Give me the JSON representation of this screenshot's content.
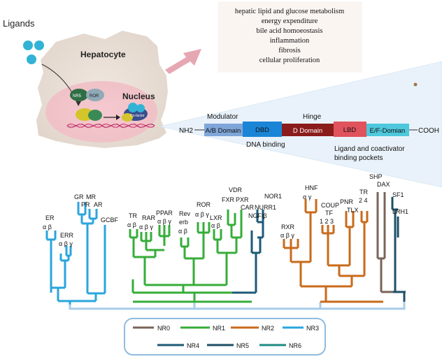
{
  "top": {
    "ligands_label": "Ligands",
    "hepatocyte_label": "Hepatocyte",
    "nucleus_label": "Nucleus",
    "nr5_label": "NR5",
    "ror_label": "ROR",
    "coact_label": "Co-factor",
    "functions": [
      "hepatic lipid and glucose metabolism",
      "energy expenditure",
      "bile acid  homoeostasis",
      "inflammation",
      "fibrosis",
      "cellular proliferation"
    ]
  },
  "domains": {
    "modulator_label": "Modulator",
    "hinge_label": "Hinge",
    "nh2_label": "NH2",
    "cooh_label": "COOH",
    "ab_domain": "A/B Domain",
    "dbd": "DBD",
    "d_domain": "D Domain",
    "lbd": "LBD",
    "ef_domain": "E/F-Domian",
    "dna_binding_label": "DNA binding",
    "ligand_binding_line1": "Ligand and coactivator",
    "ligand_binding_line2": "binding pockets",
    "colors": {
      "ab": "#7fa6d9",
      "dbd": "#1a85d6",
      "d": "#8b1c1c",
      "lbd": "#e0525c",
      "ef": "#4ec8dc"
    }
  },
  "tree": {
    "nr3_labels": {
      "er": "ER",
      "er_ab": "α   β",
      "err": "ERR",
      "err_abg": "α β γ",
      "gr": "GR",
      "mr": "MR",
      "pr": "PR",
      "ar": "AR",
      "gcbf": "GCBF"
    },
    "nr1_labels": {
      "tr": "TR",
      "tr_ab": "α  β",
      "rar": "RAR",
      "rar_abg": "α β γ",
      "ppar": "PPAR",
      "ppar_abg": "α  β γ",
      "rev": "Rev",
      "erb": "erb",
      "rev_ab": "α   β",
      "ror": "ROR",
      "ror_abg": "α  β γ",
      "lxr": "LXR",
      "lxr_ab": "α   β",
      "vdr": "VDR",
      "fxr": "FXR",
      "pxr": "PXR",
      "car": "CAR"
    },
    "nr4_labels": {
      "nor1": "NOR1",
      "nurr1": "NURR1",
      "ngfib": "NGFIβ"
    },
    "nr2_labels": {
      "hnf": "HNF",
      "hnf_ag": "α    γ",
      "rxr": "RXR",
      "rxr_abg": "α  β  γ",
      "coup": "COUP",
      "tf": "TF",
      "tf_123": "1  2  3",
      "pnr": "PNR",
      "tlx": "TLX",
      "tr2": "TR",
      "tr2_24": "2  4"
    },
    "nr0_labels": {
      "shp": "SHP",
      "dax": "DAX"
    },
    "nr5_labels": {
      "sf1": "SF1",
      "lrh1": "LRH1"
    },
    "colors": {
      "nr0": "#7a6358",
      "nr1": "#36ad3a",
      "nr2": "#c96a1a",
      "nr3": "#2aa5dc",
      "nr4": "#1d5a78",
      "nr5": "#1f4f66",
      "nr6": "#1f8c84",
      "root": "#a9cbe8"
    }
  },
  "legend": {
    "items": [
      {
        "label": "NR0",
        "color": "#7a6358"
      },
      {
        "label": "NR1",
        "color": "#36ad3a"
      },
      {
        "label": "NR2",
        "color": "#c96a1a"
      },
      {
        "label": "NR3",
        "color": "#2aa5dc"
      },
      {
        "label": "NR4",
        "color": "#1d5a78"
      },
      {
        "label": "NR5",
        "color": "#1f4f66"
      },
      {
        "label": "NR6",
        "color": "#1f8c84"
      }
    ],
    "border_color": "#8fbbe0"
  }
}
